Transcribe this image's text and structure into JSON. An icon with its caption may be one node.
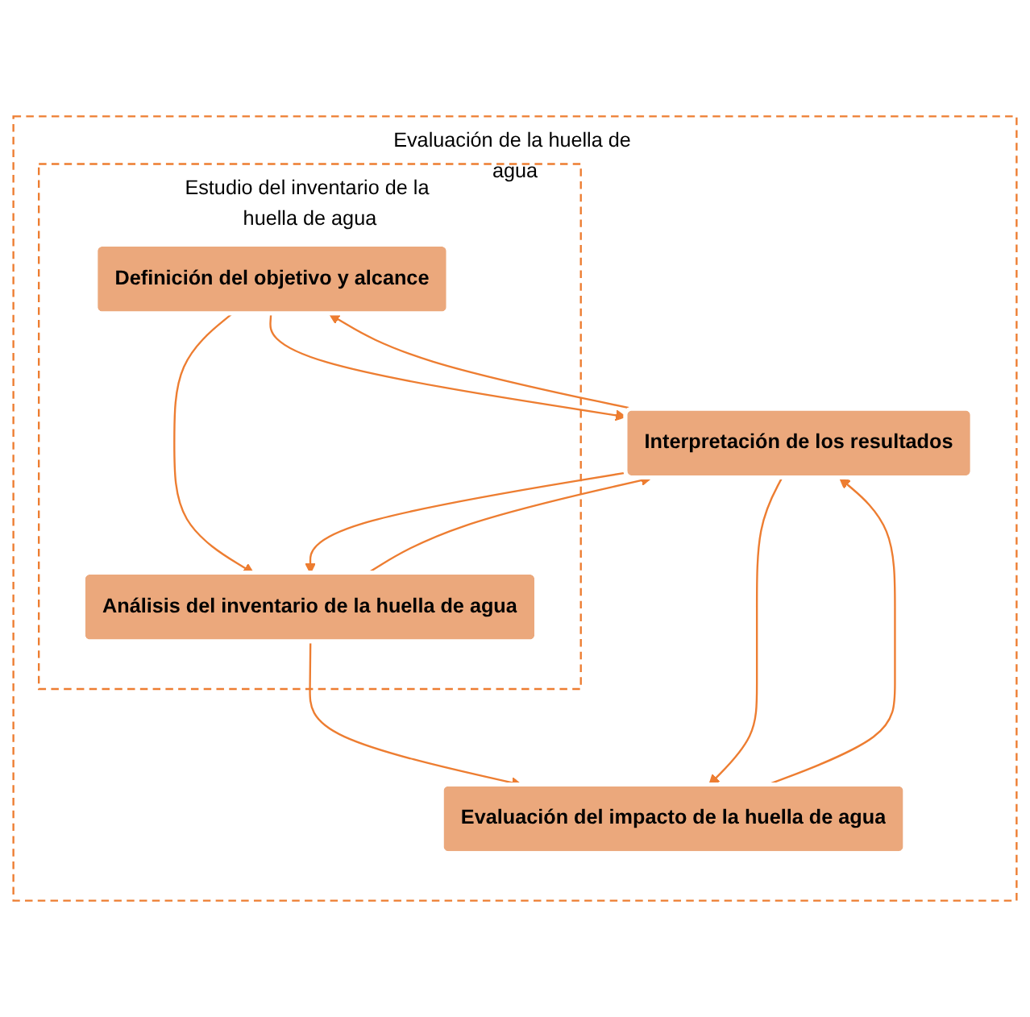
{
  "diagram": {
    "nodes": [
      {
        "text": [
          "Evaluación de la huella de agua"
        ]
      },
      {
        "text": [
          "Estudio del inventario de la huella de agua"
        ],
        "in": 0
      },
      {
        "text": [
          "Definición del objetivo y alcance"
        ],
        "in": 1
      },
      {
        "text": [
          "Análisis del inventario de la huella de agua"
        ],
        "in": 1
      },
      {
        "text": [
          "Evaluación del impacto de la huella de agua"
        ],
        "in": 0
      },
      {
        "text": [
          "Interpretación de los resultados"
        ],
        "in": 0
      }
    ],
    "edges": [
      {
        "from": 2,
        "to": 5,
        "arrow": "to",
        "color": "#ed7d31"
      },
      {
        "from": 5,
        "to": 2,
        "arrow": "to",
        "color": "#ed7d31"
      },
      {
        "from": 2,
        "to": 3,
        "arrow": "to",
        "color": "#ed7d31"
      },
      {
        "from": 3,
        "to": 5,
        "arrow": "to",
        "color": "#ed7d31"
      },
      {
        "from": 5,
        "to": 3,
        "arrow": "to",
        "color": "#ed7d31"
      },
      {
        "from": 3,
        "to": 4,
        "arrow": "to",
        "color": "#ed7d31"
      },
      {
        "from": 4,
        "to": 5,
        "arrow": "to",
        "color": "#ed7d31"
      },
      {
        "from": 5,
        "to": 4,
        "arrow": "to",
        "color": "#ed7d31"
      }
    ]
  }
}
